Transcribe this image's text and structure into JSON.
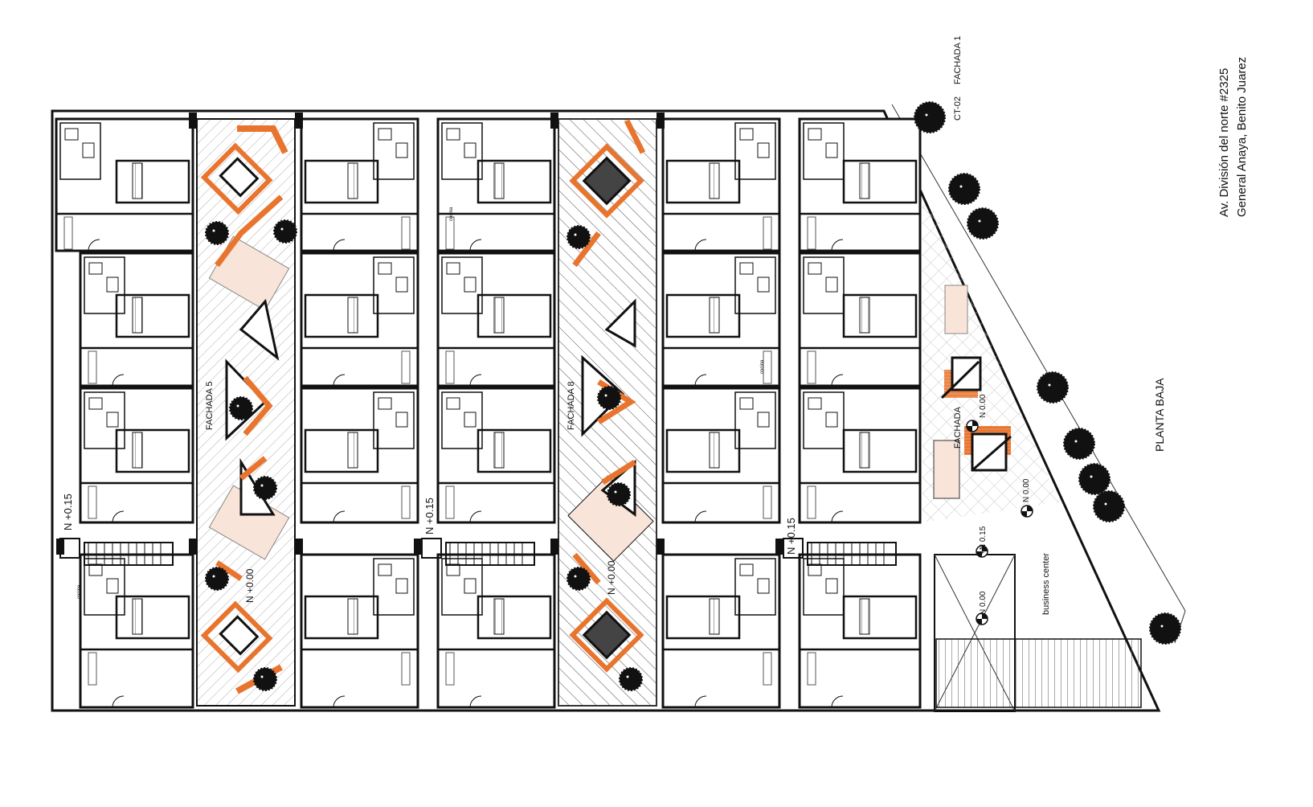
{
  "address": {
    "line1": "Av. División del norte #2325",
    "line2": "General Anaya, Benito Juarez"
  },
  "plan_title": "PLANTA BAJA",
  "facades": {
    "f1": "FACHADA 1",
    "f1_ref": "CT-02",
    "f5": "FACHADA 5",
    "f8": "FACHADA 8",
    "fx": "FACHADA"
  },
  "levels": {
    "n015": "N +0.15",
    "n000": "N +0.00",
    "n0": "N 0.00",
    "n013": "+N 0.15"
  },
  "rooms": {
    "kitchen": "cocina",
    "business": "business center"
  },
  "colors": {
    "wall": "#111111",
    "accent": "#e8742e",
    "paving": "#f8e4d8"
  }
}
